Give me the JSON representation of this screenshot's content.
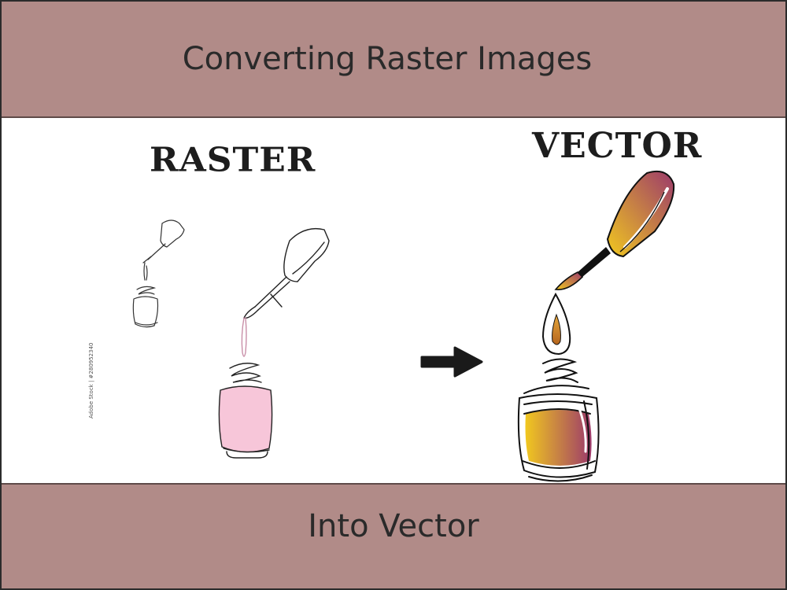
{
  "header": {
    "title": "Converting Raster Images"
  },
  "footer": {
    "subtitle": "Into Vector"
  },
  "labels": {
    "raster": "RASTER",
    "vector": "VECTOR"
  },
  "watermark": "Adobe Stock | #280952340",
  "colors": {
    "band": "#b18b88",
    "raster_fill": "#f7c6d9",
    "gradient_start": "#f1c81f",
    "gradient_end": "#9c3a6b",
    "ink": "#111111"
  },
  "icons": [
    "arrow-right-icon",
    "nail-polish-bottle-icon"
  ]
}
